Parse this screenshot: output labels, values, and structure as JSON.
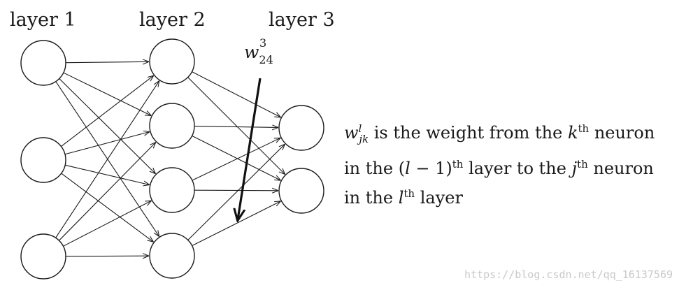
{
  "layers": [
    {
      "label": "layer 1",
      "neurons": 3
    },
    {
      "label": "layer 2",
      "neurons": 4
    },
    {
      "label": "layer 3",
      "neurons": 2
    }
  ],
  "weight_label": {
    "symbol": "w",
    "superscript": "3",
    "subscript": "24"
  },
  "caption": {
    "line1_symbol": "w",
    "line1_sup": "l",
    "line1_sub": "jk",
    "line1_text": " is the weight from the ",
    "line1_k": "k",
    "line1_th": "th",
    "line1_end": " neuron",
    "line2_start": "in the (",
    "line2_l": "l",
    "line2_mid": " − 1)",
    "line2_th": "th",
    "line2_text": " layer to the ",
    "line2_j": "j",
    "line2_th2": "th",
    "line2_end": " neuron",
    "line3_start": "in the ",
    "line3_l": "l",
    "line3_th": "th",
    "line3_end": " layer"
  },
  "watermark": "https://blog.csdn.net/qq_16137569",
  "colors": {
    "stroke": "#1a1a1a",
    "background": "#ffffff",
    "watermark": "#c9c9c9"
  }
}
